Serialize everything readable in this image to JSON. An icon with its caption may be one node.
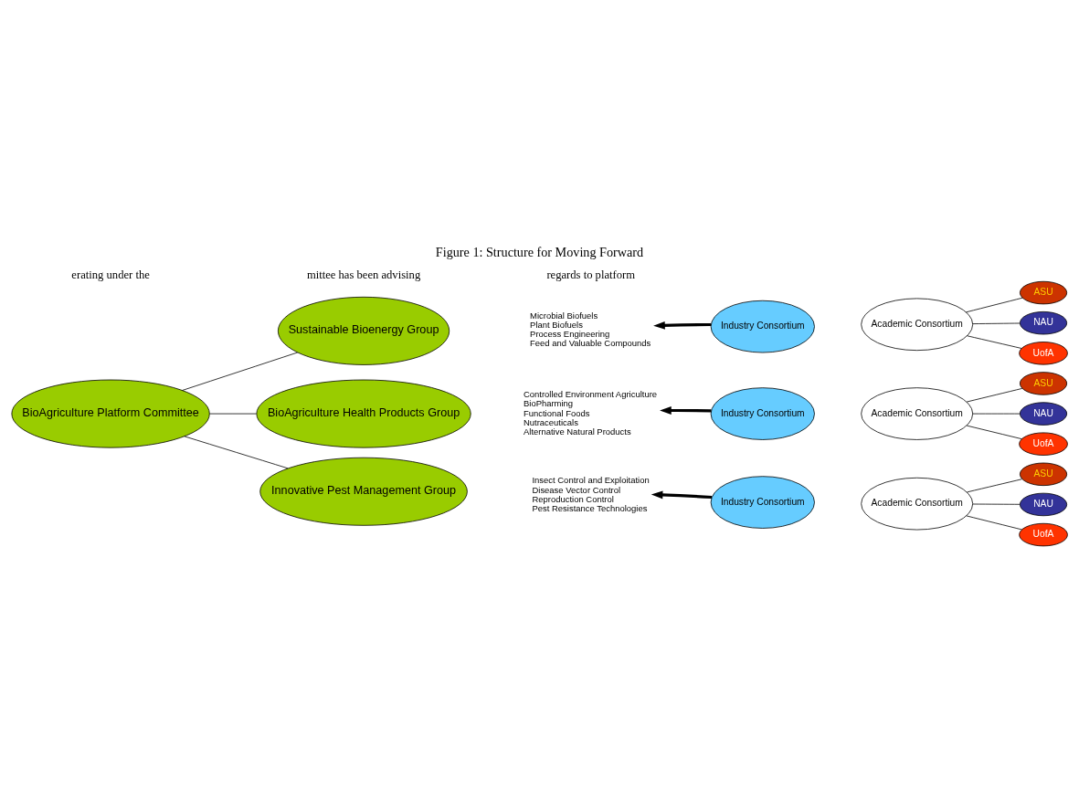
{
  "diagram": {
    "title": "Figure 1: Structure for Moving Forward",
    "nodes": [
      {
        "text": [
          "BioAgriculture Platform Committee"
        ]
      },
      {
        "text": [
          "Sustainable Bioenergy Group"
        ]
      },
      {
        "text": [
          "Microbial Biofuels",
          "Plant Biofuels",
          "Process Engineering",
          "Feed and Valuable Compounds"
        ]
      },
      {
        "text": [
          "Industry Consortium"
        ]
      },
      {
        "text": [
          "Academic Consortium"
        ]
      },
      {
        "text": [
          "ASU"
        ]
      },
      {
        "text": [
          "NAU"
        ]
      },
      {
        "text": [
          "UofA"
        ]
      },
      {
        "text": [
          "BioAgriculture Health Products Group"
        ]
      },
      {
        "text": [
          "Controlled Environment Agriculture",
          "BioPharming",
          "Functional Foods",
          "Nutraceuticals",
          "Alternative Natural Products"
        ]
      },
      {
        "text": [
          "Industry Consortium"
        ]
      },
      {
        "text": [
          "Academic Consortium"
        ]
      },
      {
        "text": [
          "ASU"
        ]
      },
      {
        "text": [
          "NAU"
        ]
      },
      {
        "text": [
          "UofA"
        ]
      },
      {
        "text": [
          "Innovative Pest Management Group"
        ]
      },
      {
        "text": [
          "Insect Control and Exploitation",
          "Disease Vector Control",
          "Reproduction Control",
          "Pest Resistance Technologies"
        ]
      },
      {
        "text": [
          "Industry Consortium"
        ]
      },
      {
        "text": [
          "Academic Consortium"
        ]
      },
      {
        "text": [
          "ASU"
        ]
      },
      {
        "text": [
          "NAU"
        ]
      },
      {
        "text": [
          "UofA"
        ]
      }
    ],
    "edges": [
      {
        "from": 0,
        "to": 1,
        "arrow": "none"
      },
      {
        "from": 0,
        "to": 8,
        "arrow": "none"
      },
      {
        "from": 0,
        "to": 15,
        "arrow": "none"
      },
      {
        "from": 3,
        "to": 2,
        "arrow": "to",
        "style": "thick"
      },
      {
        "from": 4,
        "to": 5,
        "arrow": "none"
      },
      {
        "from": 4,
        "to": 6,
        "arrow": "none"
      },
      {
        "from": 4,
        "to": 7,
        "arrow": "none"
      },
      {
        "from": 10,
        "to": 9,
        "arrow": "to",
        "style": "thick"
      },
      {
        "from": 11,
        "to": 12,
        "arrow": "none"
      },
      {
        "from": 11,
        "to": 13,
        "arrow": "none"
      },
      {
        "from": 11,
        "to": 14,
        "arrow": "none"
      },
      {
        "from": 17,
        "to": 16,
        "arrow": "to",
        "style": "thick"
      },
      {
        "from": 18,
        "to": 19,
        "arrow": "none"
      },
      {
        "from": 18,
        "to": 20,
        "arrow": "none"
      },
      {
        "from": 18,
        "to": 21,
        "arrow": "none"
      }
    ],
    "labels": [
      "erating under the",
      "mittee has been advising",
      "regards to platform"
    ]
  }
}
